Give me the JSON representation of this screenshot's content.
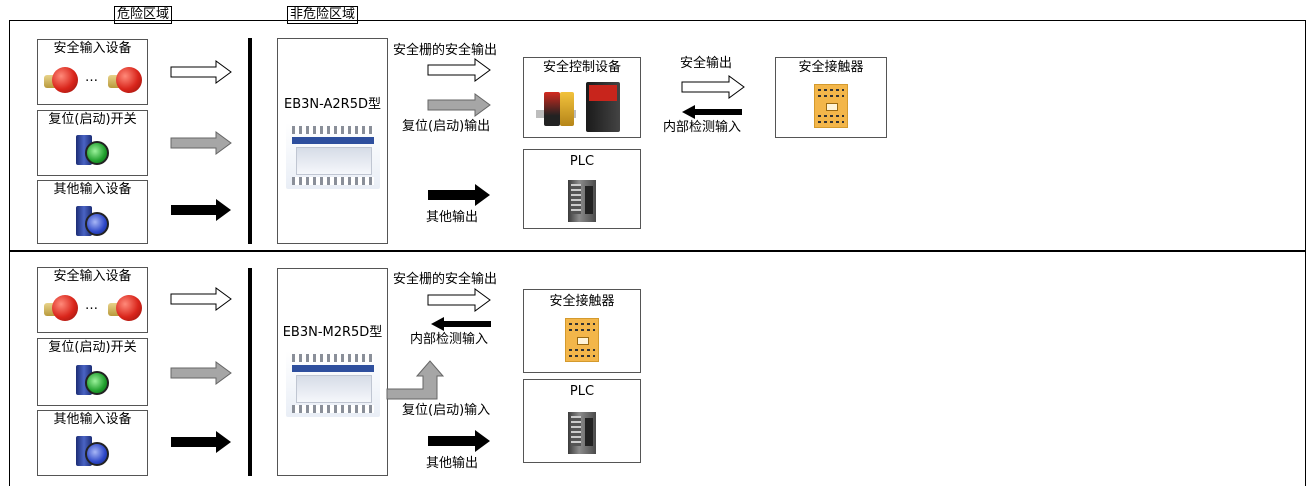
{
  "headers": {
    "hazard": "危险区域",
    "non_hazard": "非危险区域"
  },
  "top": {
    "inputs": {
      "safety_input": "安全输入设备",
      "reset_switch": "复位(启动)开关",
      "other_input": "其他输入设备",
      "ellipsis": "…"
    },
    "model": "EB3N-A2R5D型",
    "labels": {
      "safety_output": "安全栅的安全输出",
      "reset_output": "复位(启动)输出",
      "other_output": "其他输出",
      "safety_out2": "安全输出",
      "feedback_input": "内部检测输入"
    },
    "devices": {
      "safety_controller": "安全控制设备",
      "plc": "PLC",
      "contactor": "安全接触器"
    }
  },
  "bottom": {
    "inputs": {
      "safety_input": "安全输入设备",
      "reset_switch": "复位(启动)开关",
      "other_input": "其他输入设备",
      "ellipsis": "…"
    },
    "model": "EB3N-M2R5D型",
    "labels": {
      "safety_output": "安全栅的安全输出",
      "feedback_input": "内部检测输入",
      "reset_input": "复位(启动)输入",
      "other_output": "其他输出"
    },
    "devices": {
      "contactor": "安全接触器",
      "plc": "PLC"
    }
  },
  "icons": [
    "emergency-stop-button-icon",
    "green-pushbutton-icon",
    "blue-pushbutton-icon",
    "barrier-controller-icon",
    "safety-controller-icon",
    "safety-contactor-icon",
    "plc-icon",
    "white-arrow-icon",
    "gray-arrow-icon",
    "black-arrow-icon"
  ],
  "colors": {
    "white_arrow": "#ffffff",
    "gray_arrow": "#a6a6a6",
    "black_arrow": "#000000"
  }
}
